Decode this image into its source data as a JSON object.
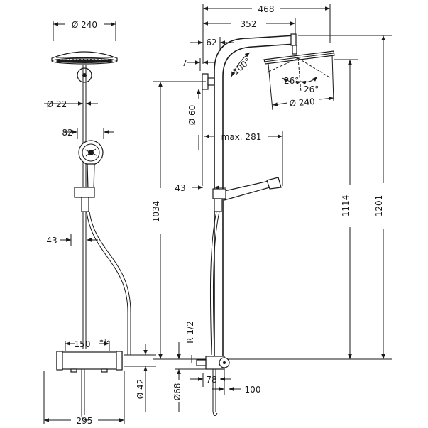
{
  "dimensions": {
    "front_head_diameter": "Ø 240",
    "front_bar_diameter": "Ø 22",
    "front_handshower_width": "82",
    "front_offset_43": "43",
    "front_connection_spacing": "150",
    "front_connection_tolerance": "±12",
    "front_outlet_diameter": "Ø 42",
    "front_width_295": "295",
    "front_height_1034": "1034",
    "side_total_468": "468",
    "side_arm_352": "352",
    "side_62": "62",
    "side_7": "7",
    "side_angle_100": "100°",
    "side_angle_26a": "26°",
    "side_angle_26b": "26°",
    "side_head_diameter": "Ø 240",
    "side_bar_diameter_60": "Ø 60",
    "side_max_281": "max. 281",
    "side_43": "43",
    "side_1114": "1114",
    "side_1201": "1201",
    "side_thread": "R 1/2",
    "side_diameter_68": "Ø68",
    "side_78": "78",
    "side_100": "100"
  }
}
